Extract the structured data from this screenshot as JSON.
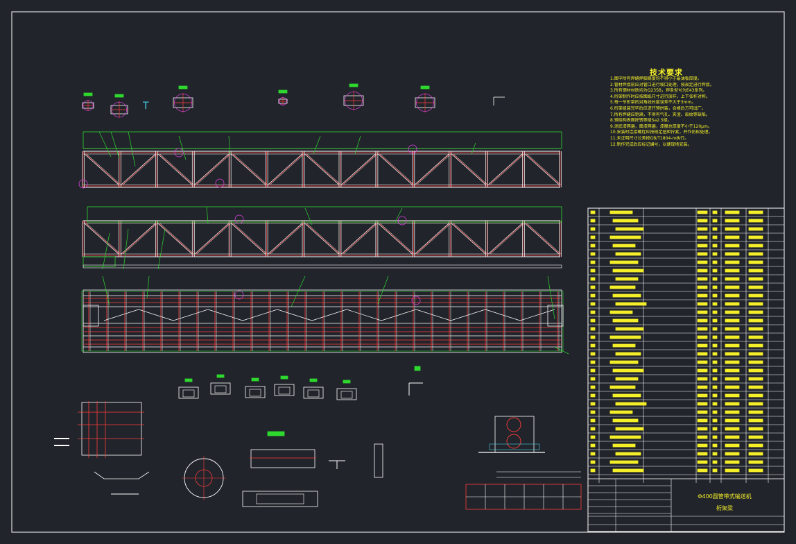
{
  "colors": {
    "background": "#21252b",
    "frame": "#ffffff",
    "member": "#ffffff",
    "member_red": "#ff3b3b",
    "leader": "#2ed82e",
    "annotation": "#f5ef2a",
    "magenta": "#e040e0",
    "cyan": "#45d3e6"
  },
  "notes": {
    "title": "技术要求",
    "lines": [
      "1.图中所有焊缝焊脚高度均不得小于最薄板厚度。",
      "2.管材焊接前应对管口进行坡口处理，按规定进行焊接。",
      "3.所有钢材材质均为Q235B，焊条型号为E43系列。",
      "4.桁架制作时应按图纸尺寸进行放样，上下弦杆对称。",
      "5.每一节桁架的对角线长度误差不大于3mm。",
      "6.桁架组装完毕后应进行预拼装，合格后方可出厂。",
      "7.所有焊缝应饱满，不得有气孔、夹渣、裂纹等缺陷。",
      "8.钢结构表面除锈等级Sa2.5级。",
      "9.涂底漆两遍，面漆两遍，漆膜总厚度不小于120μm。",
      "10.安装时连接螺栓应按规定扭矩拧紧，并作防松处理。",
      "11.未注明尺寸公差按GB/T1804-m执行。",
      "12.制作完成后应标记编号，以便现场安装。"
    ]
  },
  "title_block": {
    "drawing_name": "Φ400圆管带式输送机",
    "part_name": "桁架梁"
  }
}
